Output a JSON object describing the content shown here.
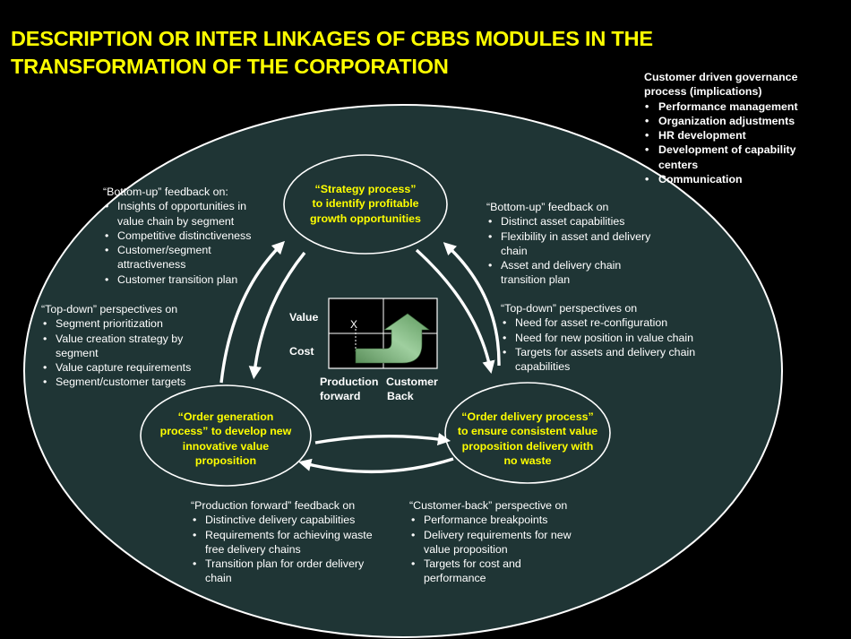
{
  "title": {
    "line1": "DESCRIPTION OR INTER LINKAGES OF CBBS MODULES IN THE",
    "line2": "TRANSFORMATION OF THE CORPORATION"
  },
  "governance": {
    "head1": "Customer driven governance",
    "head2": "process (implications)",
    "items": [
      "Performance management",
      "Organization adjustments",
      "HR development",
      "Development of capability",
      "Communication"
    ],
    "item4_cont": "centers"
  },
  "nodes": {
    "strategy": [
      "“Strategy process”",
      "to identify profitable",
      "growth opportunities"
    ],
    "order_generation": [
      "“Order generation",
      "process” to develop new",
      "innovative value",
      "proposition"
    ],
    "order_delivery": [
      "“Order delivery process”",
      "to ensure consistent value",
      "proposition delivery with",
      "no waste"
    ]
  },
  "bottom_up_left": {
    "head": "“Bottom-up” feedback on:",
    "items": [
      [
        "Insights of opportunities in",
        "value chain by segment"
      ],
      [
        "Competitive distinctiveness"
      ],
      [
        "Customer/segment",
        "attractiveness"
      ],
      [
        "Customer transition plan"
      ]
    ]
  },
  "top_down_left": {
    "head": "“Top-down” perspectives on",
    "items": [
      [
        "Segment prioritization"
      ],
      [
        "Value creation strategy by",
        "segment"
      ],
      [
        "Value capture requirements"
      ],
      [
        "Segment/customer targets"
      ]
    ]
  },
  "bottom_up_right": {
    "head": "“Bottom-up” feedback on",
    "items": [
      [
        "Distinct asset capabilities"
      ],
      [
        "Flexibility in asset and delivery",
        "chain"
      ],
      [
        "Asset and delivery chain",
        "transition plan"
      ]
    ]
  },
  "top_down_right": {
    "head": "“Top-down” perspectives on",
    "items": [
      [
        "Need for asset re-configuration"
      ],
      [
        "Need for new position in value chain"
      ],
      [
        "Targets for assets and delivery chain",
        "capabilities"
      ]
    ]
  },
  "production_forward": {
    "head": "“Production forward” feedback on",
    "items": [
      [
        "Distinctive delivery capabilities"
      ],
      [
        "Requirements for achieving waste",
        "free delivery chains"
      ],
      [
        "Transition plan for order delivery",
        "chain"
      ]
    ]
  },
  "customer_back": {
    "head": "“Customer-back” perspective on",
    "items": [
      [
        "Performance breakpoints"
      ],
      [
        "Delivery requirements for new",
        "value proposition"
      ],
      [
        "Targets for cost and",
        "performance"
      ]
    ]
  },
  "matrix": {
    "y_top": "Value",
    "y_bottom": "Cost",
    "marker": "X",
    "x_left_1": "Production",
    "x_left_2": "forward",
    "x_right_1": "Customer",
    "x_right_2": "Back"
  },
  "colors": {
    "background": "#000000",
    "ellipse_fill": "#1f3535",
    "title": "#ffff00",
    "node_text": "#ffff00",
    "arrow_fill": "#6fa06f"
  }
}
